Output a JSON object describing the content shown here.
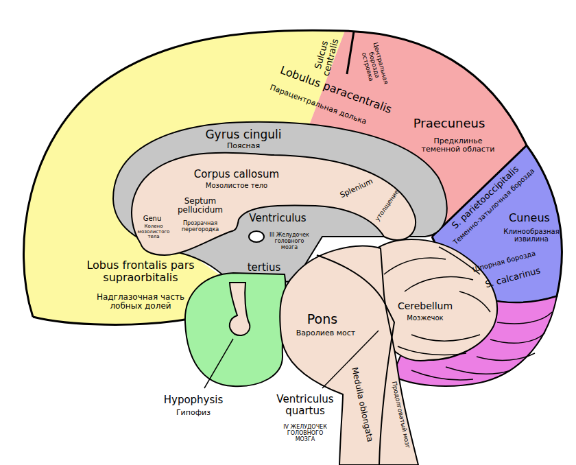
{
  "diagram": {
    "labels": [
      "Sulcus centralis",
      "Центральная борозда островка",
      "Lobulus paracentralis",
      "Парацентральная долька",
      "Praecuneus",
      "Предклинье теменной области",
      "Gyrus cinguli",
      "Поясная",
      "Corpus callosum",
      "Мозолистое тело",
      "Genu",
      "Колено мозолистого тела",
      "Septum pellucidum",
      "Прозрачная перегородка",
      "Ventriculus",
      "III Желудочек головного мозга",
      "tertius",
      "Splenium",
      "утолщение",
      "S. parietooccipitalis",
      "Теменно-затылочная борозда",
      "Cuneus",
      "Клинообразная извилина",
      "Шпорная борозда",
      "S. calcarinus",
      "Lobus frontalis pars supraorbitalis",
      "Надглазочная часть лобных долей",
      "Cerebellum",
      "Мозжечок",
      "Pons",
      "Варолиев мост",
      "Medulla oblongata",
      "Продолговатый мозг",
      "Hypophysis",
      "Гипофиз",
      "Ventriculus quartus",
      "IV ЖЕЛУДОЧЕК ГОЛОВНОГО МОЗГА"
    ]
  }
}
